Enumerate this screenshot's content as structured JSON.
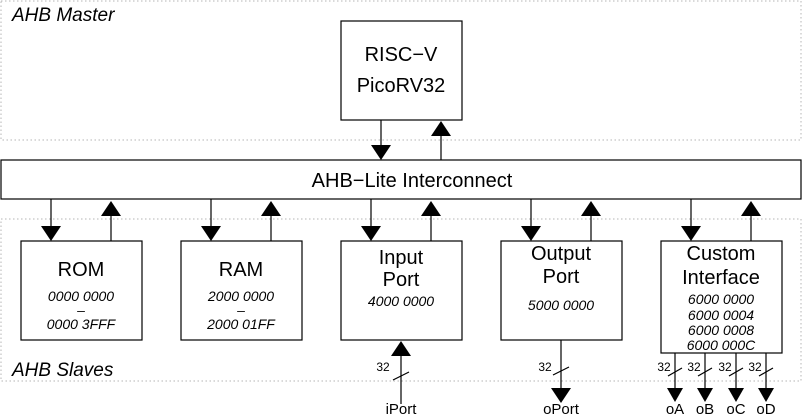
{
  "regions": {
    "master_label": "AHB Master",
    "slaves_label": "AHB Slaves"
  },
  "cpu": {
    "line1": "RISC−V",
    "line2": "PicoRV32"
  },
  "interconnect": {
    "label": "AHB−Lite Interconnect"
  },
  "rom": {
    "title": "ROM",
    "addr_start": "0000 0000",
    "addr_dash": "–",
    "addr_end": "0000 3FFF"
  },
  "ram": {
    "title": "RAM",
    "addr_start": "2000 0000",
    "addr_dash": "–",
    "addr_end": "2000 01FF"
  },
  "input_port": {
    "title_line1": "Input",
    "title_line2": "Port",
    "addr": "4000 0000",
    "width": "32",
    "signal": "iPort"
  },
  "output_port": {
    "title_line1": "Output",
    "title_line2": "Port",
    "addr": "5000 0000",
    "width": "32",
    "signal": "oPort"
  },
  "custom": {
    "title_line1": "Custom",
    "title_line2": "Interface",
    "addr_1": "6000 0000",
    "addr_2": "6000 0004",
    "addr_3": "6000 0008",
    "addr_4": "6000 000C",
    "outputs": [
      {
        "width": "32",
        "signal": "oA"
      },
      {
        "width": "32",
        "signal": "oB"
      },
      {
        "width": "32",
        "signal": "oC"
      },
      {
        "width": "32",
        "signal": "oD"
      }
    ]
  }
}
